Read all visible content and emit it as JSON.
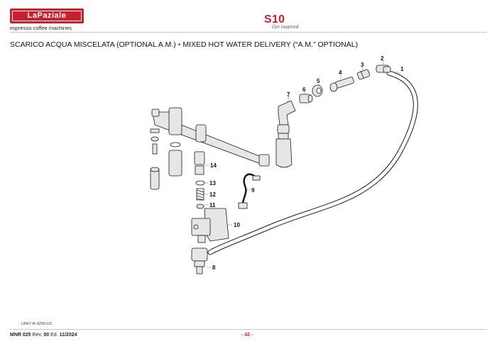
{
  "header": {
    "logo_text": "LaPaziale",
    "tagline": "espresso coffee machines",
    "model": "S10",
    "model_sub": "Get inspired"
  },
  "title": {
    "italian": "SCARICO ACQUA MISCELATA (OPTIONAL A.M.)",
    "separator": "•",
    "english": "MIXED HOT WATER DELIVERY (“A.M.” OPTIONAL)"
  },
  "callouts": [
    "1",
    "2",
    "3",
    "4",
    "5",
    "6",
    "7",
    "8",
    "9",
    "10",
    "11",
    "12",
    "13",
    "14"
  ],
  "footer": {
    "drawing_code": "UN67-R-0250-UC",
    "doc_id": "MNR 025",
    "rev_label": "Rev.",
    "rev_value": "00",
    "ed_label": "Ed.",
    "ed_value": "11/2024",
    "page": "- 42 -"
  },
  "colors": {
    "brand_red": "#c8202f",
    "line": "#1a1a1a",
    "part_fill": "#e6e6e6"
  }
}
